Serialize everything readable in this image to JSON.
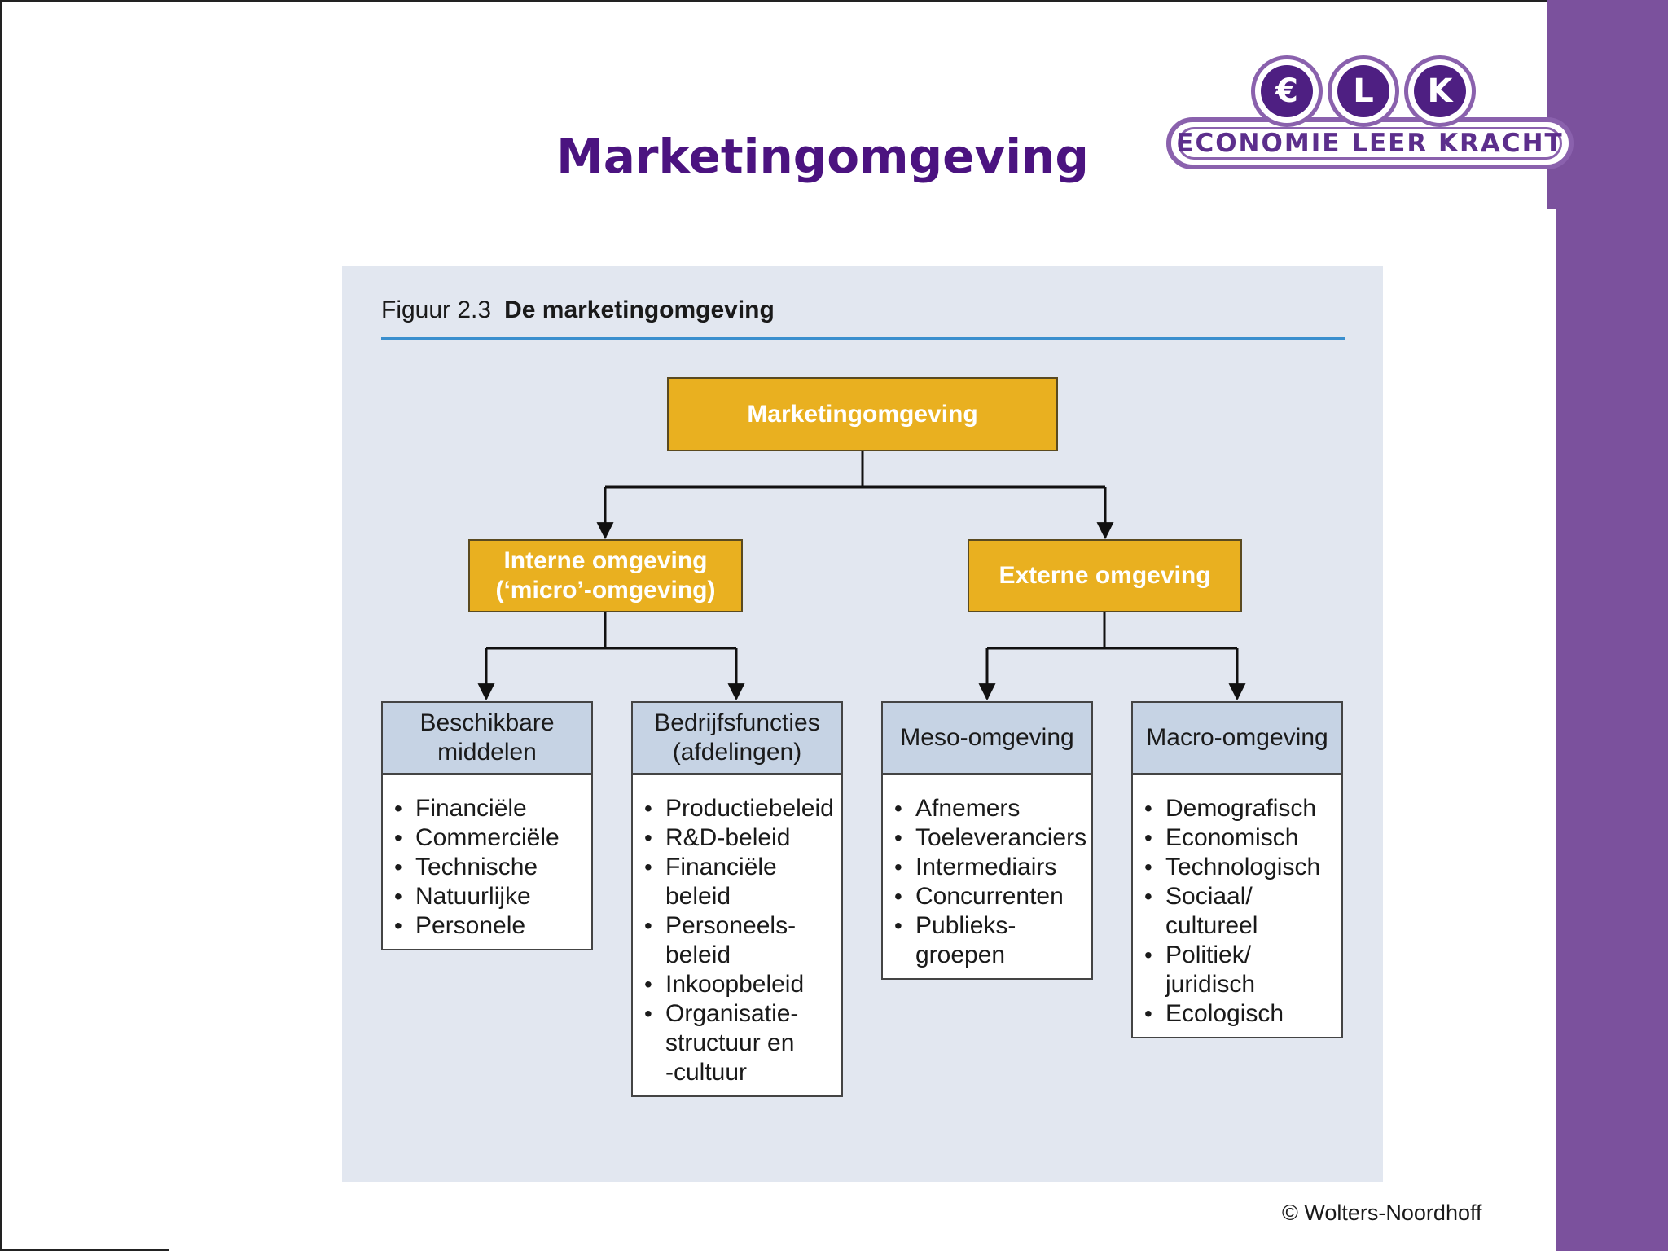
{
  "slide": {
    "title": "Marketingomgeving",
    "copyright": "© Wolters-Noordhoff"
  },
  "logo": {
    "letters": [
      "€",
      "L",
      "K"
    ],
    "text": "ECONOMIE LEER KRACHT"
  },
  "figure": {
    "caption_number": "Figuur 2.3",
    "caption_title": "De marketingomgeving",
    "root": "Marketingomgeving",
    "interne": "Interne omgeving\n(‘micro’-omgeving)",
    "externe": "Externe omgeving",
    "boxes": [
      {
        "header": "Beschikbare\nmiddelen",
        "items": [
          "Financiële",
          "Commerciële",
          "Technische",
          "Natuurlijke",
          "Personele"
        ]
      },
      {
        "header": "Bedrijfsfuncties\n(afdelingen)",
        "items": [
          "Productiebeleid",
          "R&D-beleid",
          "Financiële\nbeleid",
          "Personeels-\nbeleid",
          "Inkoopbeleid",
          "Organisatie-\nstructuur en\n-cultuur"
        ]
      },
      {
        "header": "Meso-omgeving",
        "items": [
          "Afnemers",
          "Toeleveranciers",
          "Intermediairs",
          "Concurrenten",
          "Publieks-\ngroepen"
        ]
      },
      {
        "header": "Macro-omgeving",
        "items": [
          "Demografisch",
          "Economisch",
          "Technologisch",
          "Sociaal/\ncultureel",
          "Politiek/\njuridisch",
          "Ecologisch"
        ]
      }
    ]
  },
  "colors": {
    "title_purple": "#4b1380",
    "side_band": "#7b519d",
    "figure_bg": "#e2e7f0",
    "yellow_box": "#e9b020",
    "header_blue": "#c6d3e4",
    "rule_blue": "#3a8fce"
  }
}
